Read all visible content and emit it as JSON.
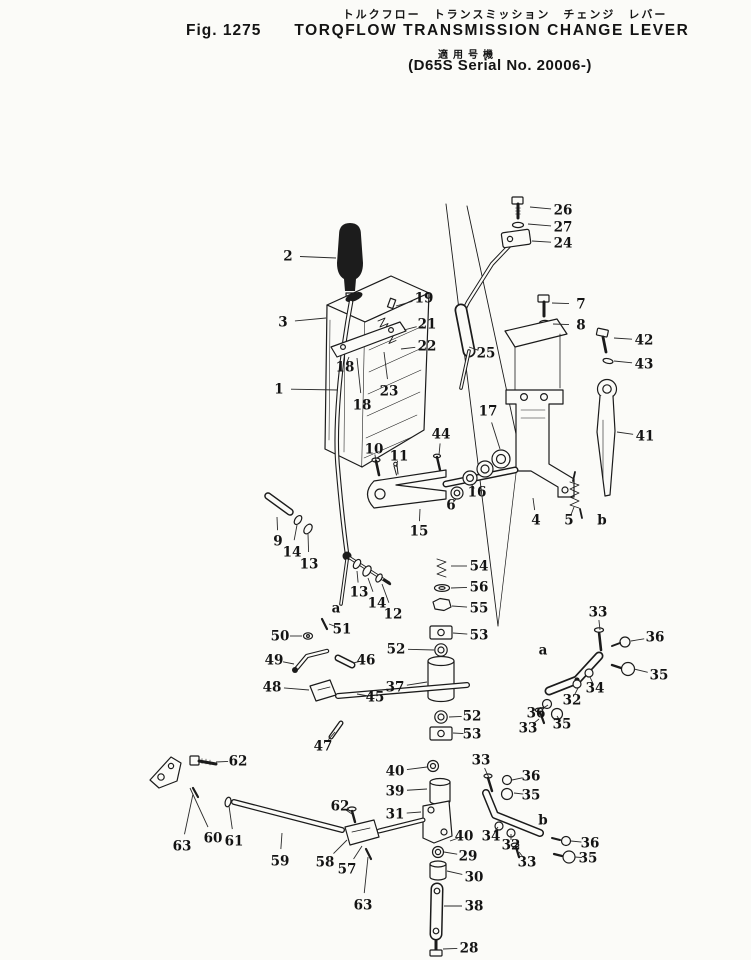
{
  "header": {
    "title_jp": "トルクフロー　トランスミッション　チェンジ　レバー",
    "fig_label": "Fig. 1275",
    "title_en": "TORQFLOW TRANSMISSION CHANGE LEVER",
    "serial_label_jp": "適用号機",
    "serial_text": "(D65S Serial No. 20006-)"
  },
  "diagram": {
    "ink_color": "#1b1b1b",
    "paper_color": "#fbfbf8",
    "callouts": [
      [
        "26",
        563,
        210,
        530,
        207
      ],
      [
        "27",
        563,
        227,
        528,
        224
      ],
      [
        "24",
        563,
        243,
        532,
        241
      ],
      [
        "2",
        288,
        256,
        336,
        258
      ],
      [
        "19",
        424,
        298,
        396,
        306
      ],
      [
        "7",
        581,
        304,
        552,
        303
      ],
      [
        "3",
        283,
        322,
        326,
        318
      ],
      [
        "21",
        427,
        324,
        404,
        330
      ],
      [
        "8",
        581,
        325,
        553,
        324
      ],
      [
        "42",
        644,
        340,
        614,
        338
      ],
      [
        "22",
        427,
        346,
        401,
        349
      ],
      [
        "25",
        486,
        353,
        469,
        347
      ],
      [
        "43",
        644,
        364,
        614,
        361
      ],
      [
        "18",
        345,
        367,
        349,
        357
      ],
      [
        "1",
        279,
        389,
        338,
        390
      ],
      [
        "23",
        389,
        391,
        384,
        352
      ],
      [
        "18",
        362,
        405,
        357,
        358
      ],
      [
        "17",
        488,
        411,
        500,
        449
      ],
      [
        "44",
        441,
        434,
        439,
        455
      ],
      [
        "41",
        645,
        436,
        617,
        432
      ],
      [
        "10",
        374,
        449,
        376,
        461
      ],
      [
        "11",
        399,
        456,
        396,
        467
      ],
      [
        "16",
        477,
        492,
        471,
        484
      ],
      [
        "6",
        451,
        505,
        456,
        499
      ],
      [
        "4",
        536,
        520,
        533,
        498
      ],
      [
        "5",
        569,
        520,
        574,
        507
      ],
      [
        "b",
        602,
        520,
        null,
        null
      ],
      [
        "15",
        419,
        531,
        420,
        509
      ],
      [
        "9",
        278,
        541,
        277,
        517
      ],
      [
        "14",
        292,
        552,
        297,
        525
      ],
      [
        "13",
        309,
        564,
        308,
        534
      ],
      [
        "54",
        479,
        566,
        451,
        566
      ],
      [
        "56",
        479,
        587,
        451,
        588
      ],
      [
        "13",
        359,
        592,
        357,
        571
      ],
      [
        "14",
        377,
        603,
        368,
        578
      ],
      [
        "55",
        479,
        608,
        452,
        606
      ],
      [
        "a",
        336,
        608,
        null,
        null
      ],
      [
        "33",
        598,
        612,
        600,
        630
      ],
      [
        "12",
        393,
        614,
        382,
        584
      ],
      [
        "51",
        342,
        629,
        329,
        624
      ],
      [
        "50",
        280,
        636,
        302,
        636
      ],
      [
        "53",
        479,
        635,
        453,
        633
      ],
      [
        "36",
        655,
        637,
        631,
        641
      ],
      [
        "52",
        396,
        649,
        434,
        650
      ],
      [
        "a",
        543,
        650,
        null,
        null
      ],
      [
        "49",
        274,
        660,
        294,
        664
      ],
      [
        "46",
        366,
        660,
        353,
        663
      ],
      [
        "35",
        659,
        675,
        634,
        669
      ],
      [
        "48",
        272,
        687,
        309,
        690
      ],
      [
        "37",
        395,
        687,
        427,
        682
      ],
      [
        "34",
        595,
        688,
        590,
        677
      ],
      [
        "45",
        375,
        697,
        357,
        694
      ],
      [
        "32",
        572,
        700,
        578,
        688
      ],
      [
        "36",
        536,
        713,
        548,
        705
      ],
      [
        "52",
        472,
        716,
        449,
        717
      ],
      [
        "35",
        562,
        724,
        557,
        716
      ],
      [
        "33",
        528,
        728,
        539,
        719
      ],
      [
        "53",
        472,
        734,
        453,
        733
      ],
      [
        "47",
        323,
        746,
        335,
        732
      ],
      [
        "33",
        481,
        760,
        489,
        778
      ],
      [
        "62",
        238,
        761,
        216,
        762
      ],
      [
        "40",
        395,
        771,
        427,
        767
      ],
      [
        "36",
        531,
        776,
        512,
        780
      ],
      [
        "39",
        395,
        791,
        427,
        789
      ],
      [
        "35",
        531,
        795,
        514,
        793
      ],
      [
        "62",
        340,
        806,
        352,
        814
      ],
      [
        "31",
        395,
        814,
        421,
        812
      ],
      [
        "b",
        543,
        820,
        null,
        null
      ],
      [
        "40",
        464,
        836,
        450,
        841
      ],
      [
        "34",
        491,
        836,
        498,
        827
      ],
      [
        "60",
        213,
        838,
        190,
        788
      ],
      [
        "61",
        234,
        841,
        229,
        806
      ],
      [
        "32",
        511,
        845,
        511,
        834
      ],
      [
        "36",
        590,
        843,
        571,
        841
      ],
      [
        "63",
        182,
        846,
        193,
        794
      ],
      [
        "29",
        468,
        856,
        444,
        852
      ],
      [
        "35",
        588,
        858,
        575,
        857
      ],
      [
        "59",
        280,
        861,
        282,
        833
      ],
      [
        "58",
        325,
        862,
        347,
        840
      ],
      [
        "33",
        527,
        862,
        519,
        852
      ],
      [
        "57",
        347,
        869,
        362,
        846
      ],
      [
        "30",
        474,
        877,
        447,
        871
      ],
      [
        "63",
        363,
        905,
        368,
        857
      ],
      [
        "38",
        474,
        906,
        444,
        906
      ],
      [
        "28",
        469,
        948,
        443,
        949
      ]
    ]
  }
}
